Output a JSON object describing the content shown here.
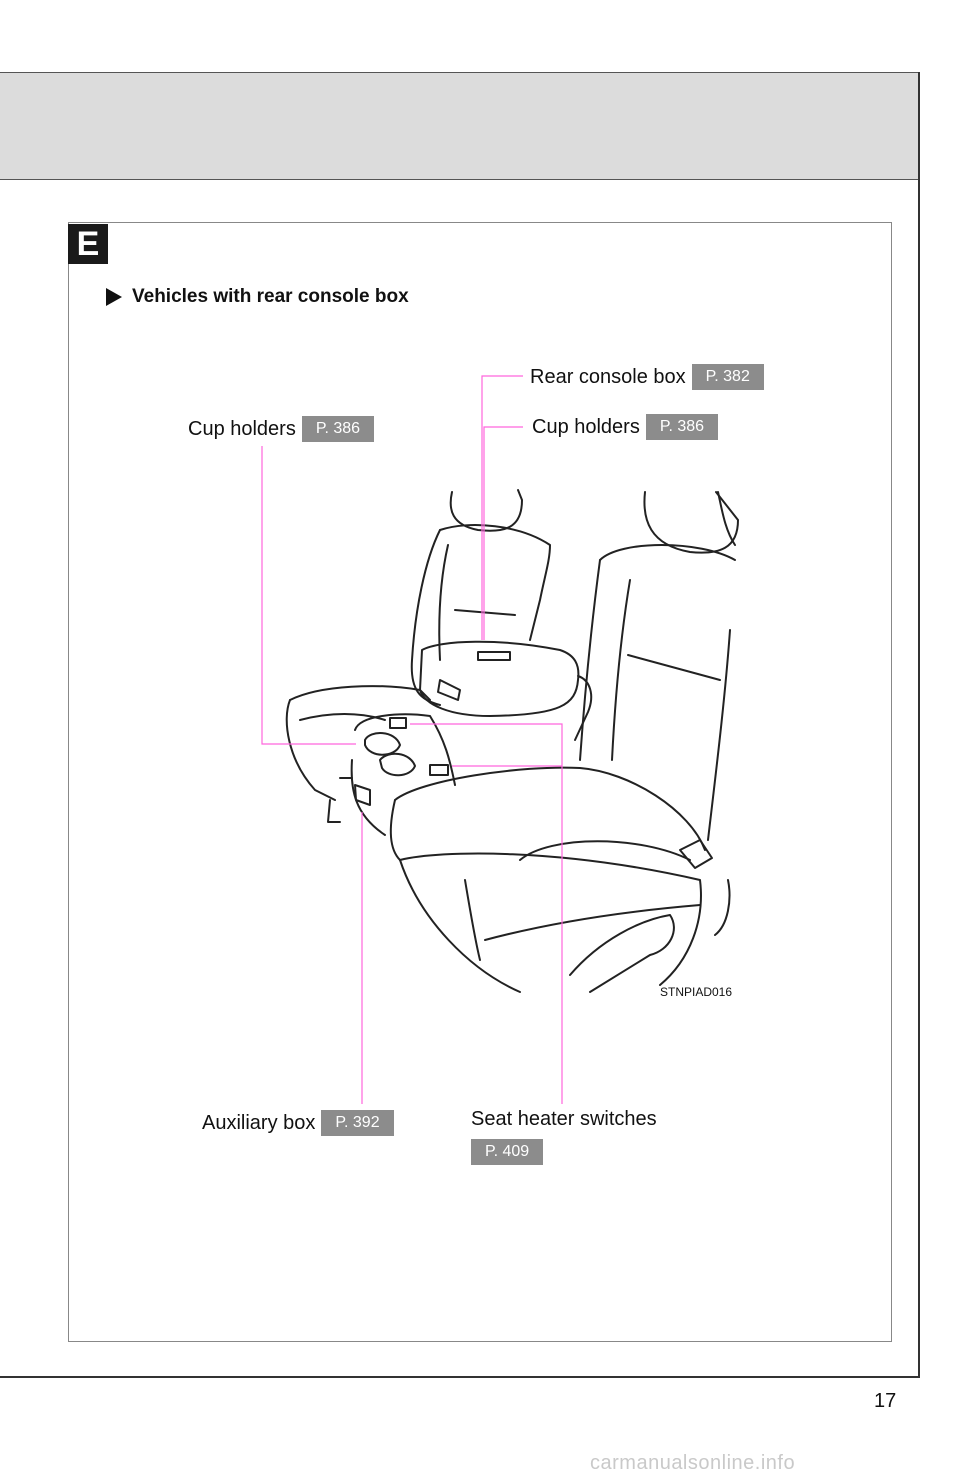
{
  "section": {
    "letter": "E"
  },
  "subheading": "Vehicles with rear console box",
  "callouts": {
    "rear_console_box": {
      "label": "Rear console box",
      "page": "P. 382"
    },
    "cup_holders_right": {
      "label": "Cup holders",
      "page": "P. 386"
    },
    "cup_holders_left": {
      "label": "Cup holders",
      "page": "P. 386"
    },
    "auxiliary_box": {
      "label": "Auxiliary box",
      "page": "P. 392"
    },
    "seat_heater_switches": {
      "label": "Seat heater switches",
      "page": "P. 409"
    }
  },
  "diagram_code": "STNPIAD016",
  "page_number": "17",
  "watermark": "carmanualsonline.info",
  "colors": {
    "leader_line": "#ff66dd",
    "page_pill": "#8c8c8c",
    "header_band": "#dcdcdc"
  }
}
